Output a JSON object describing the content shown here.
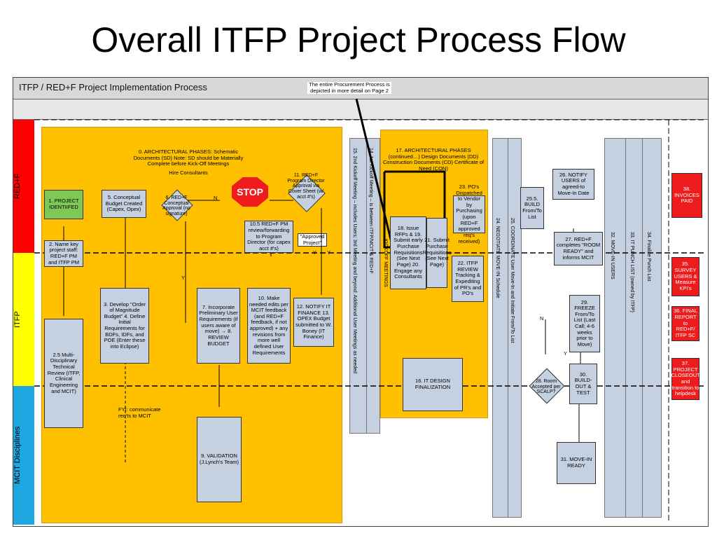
{
  "page": {
    "title": "Overall ITFP Project Process Flow"
  },
  "diagram": {
    "header": "ITFP / RED+F Project Implementation Process",
    "procurement_note": "The entire Procurement Process is depicted in more detail on Page 2",
    "lanes": [
      {
        "label": "RED+F",
        "color": "#ff0000"
      },
      {
        "label": "ITFP",
        "color": "#ffff00"
      },
      {
        "label": "MCIT Disciplines",
        "color": "#1ea7e1"
      }
    ],
    "notes": {
      "phase0": "0. ARCHITECTURAL PHASES: Schematic Documents (SD) Note: SD should be Materially Complete before Kick-Off Meetings",
      "hire": "Hire Consultants",
      "phase17": "17. ARCHITECTURAL PHASES (continued…) Design Documents (DD) Construction Documents (CD) Certificate of Need (CON)",
      "fyi": "FYI: communicate req'ts to MCIT",
      "approved": "\"Approved Project\""
    },
    "steps": {
      "s1": "1. PROJECT IDENTIIFED",
      "s2": "2. Name key project staff: RED+F PM and ITFP PM",
      "s25": "2.5 Multi-Disciplinary Technical Review (ITFP, Clinical Engineering and MCIT)",
      "s3": "3. Develop \"Order of Magnitude Budget\" 4. Define Initial Requirements for BDFs, IDFs, and POE (Enter these into Eclipse)",
      "s5": "5. Conceptual Budget Created (Capex, Opex)",
      "s6": "6. RED+F Conceptual Approval (no signature)",
      "stop": "STOP",
      "s7": "7. Incorporate Preliminary User Requirements (if users aware of move) → 8. REVIEW BUDGET",
      "s9": "9. VALIDATION (J.Lynch's Team)",
      "s10": "10. Make needed edits per MCIT feedback (and RED+F feedback, if not approved) + any revisions from more well defined User Requirements",
      "s105": "10.5 RED+F PM review/forwarding to Program Director (for capex acct #'s)",
      "s11": "11. RED+F Program Director Approval via Cover Sheet (w/ acct #'s)",
      "s12": "12. NOTIFY IT FINANCE 13. OPEX Budget submitted to W. Boney (IT Finance)",
      "s14": "14. 1st Kickoff Meeting – is between ITFP/MCIT & RED+F",
      "s15": "15. 2nd Kickoff Meeting – includes Users; 3rd Meeting and beyond: Additional User Meetings as needed",
      "kickoff": "KICKOFF MEETINGS",
      "s16": "16. IT DESIGN FINALIZATION",
      "s18": "18. Issue RFPs & 19. Submit early Purchase Requisitions (See Next Page) 20. Engage any Consultants",
      "s21": "21. Submit Purchase Requisitions (See Next Page)",
      "s22": "22. ITFP REVIEW Tracking & Expediting of PR's and PO's",
      "s23": "23. PO's Dispatched to Vendor by Purchasing (upon RED+F approved req's received)",
      "s24": "24. NEGOTIATE MOVE-IN Schedule",
      "s25c": "25. COORDINATE User Move-In and Initiate From/To List",
      "s255": "25.5. BUILD From/To List",
      "s26": "26. NOTIFY USERS of agreed-to Move-In Date",
      "s27": "27. RED+F completes \"ROOM READY\" and informs MCIT",
      "s28": "28. Room Accepted per SCALP?",
      "s29": "29. FREEZE From/To List (Last Call; 4-6 weeks prior to Move)",
      "s30": "30. BUILD-OUT & TEST",
      "s31": "31. MOVE-IN READY",
      "s32": "32. MOVE-IN USERS",
      "s33": "33. IT PUNCH LIST (owned by ITFP)",
      "s34": "34. Finalize Punch List",
      "s35": "35. SURVEY USERS & Measure KPI's",
      "s36": "36. FINAL REPORT to RED+F/ ITFP SC",
      "s37": "37. PROJECT CLOSEOUT and transition to helpdesk",
      "s38": "38. INVOICES PAID"
    },
    "edge_labels": {
      "n1": "N",
      "n2": "N",
      "y1": "Y",
      "y2": "Y",
      "y3": "Y",
      "y4": "Y"
    }
  }
}
